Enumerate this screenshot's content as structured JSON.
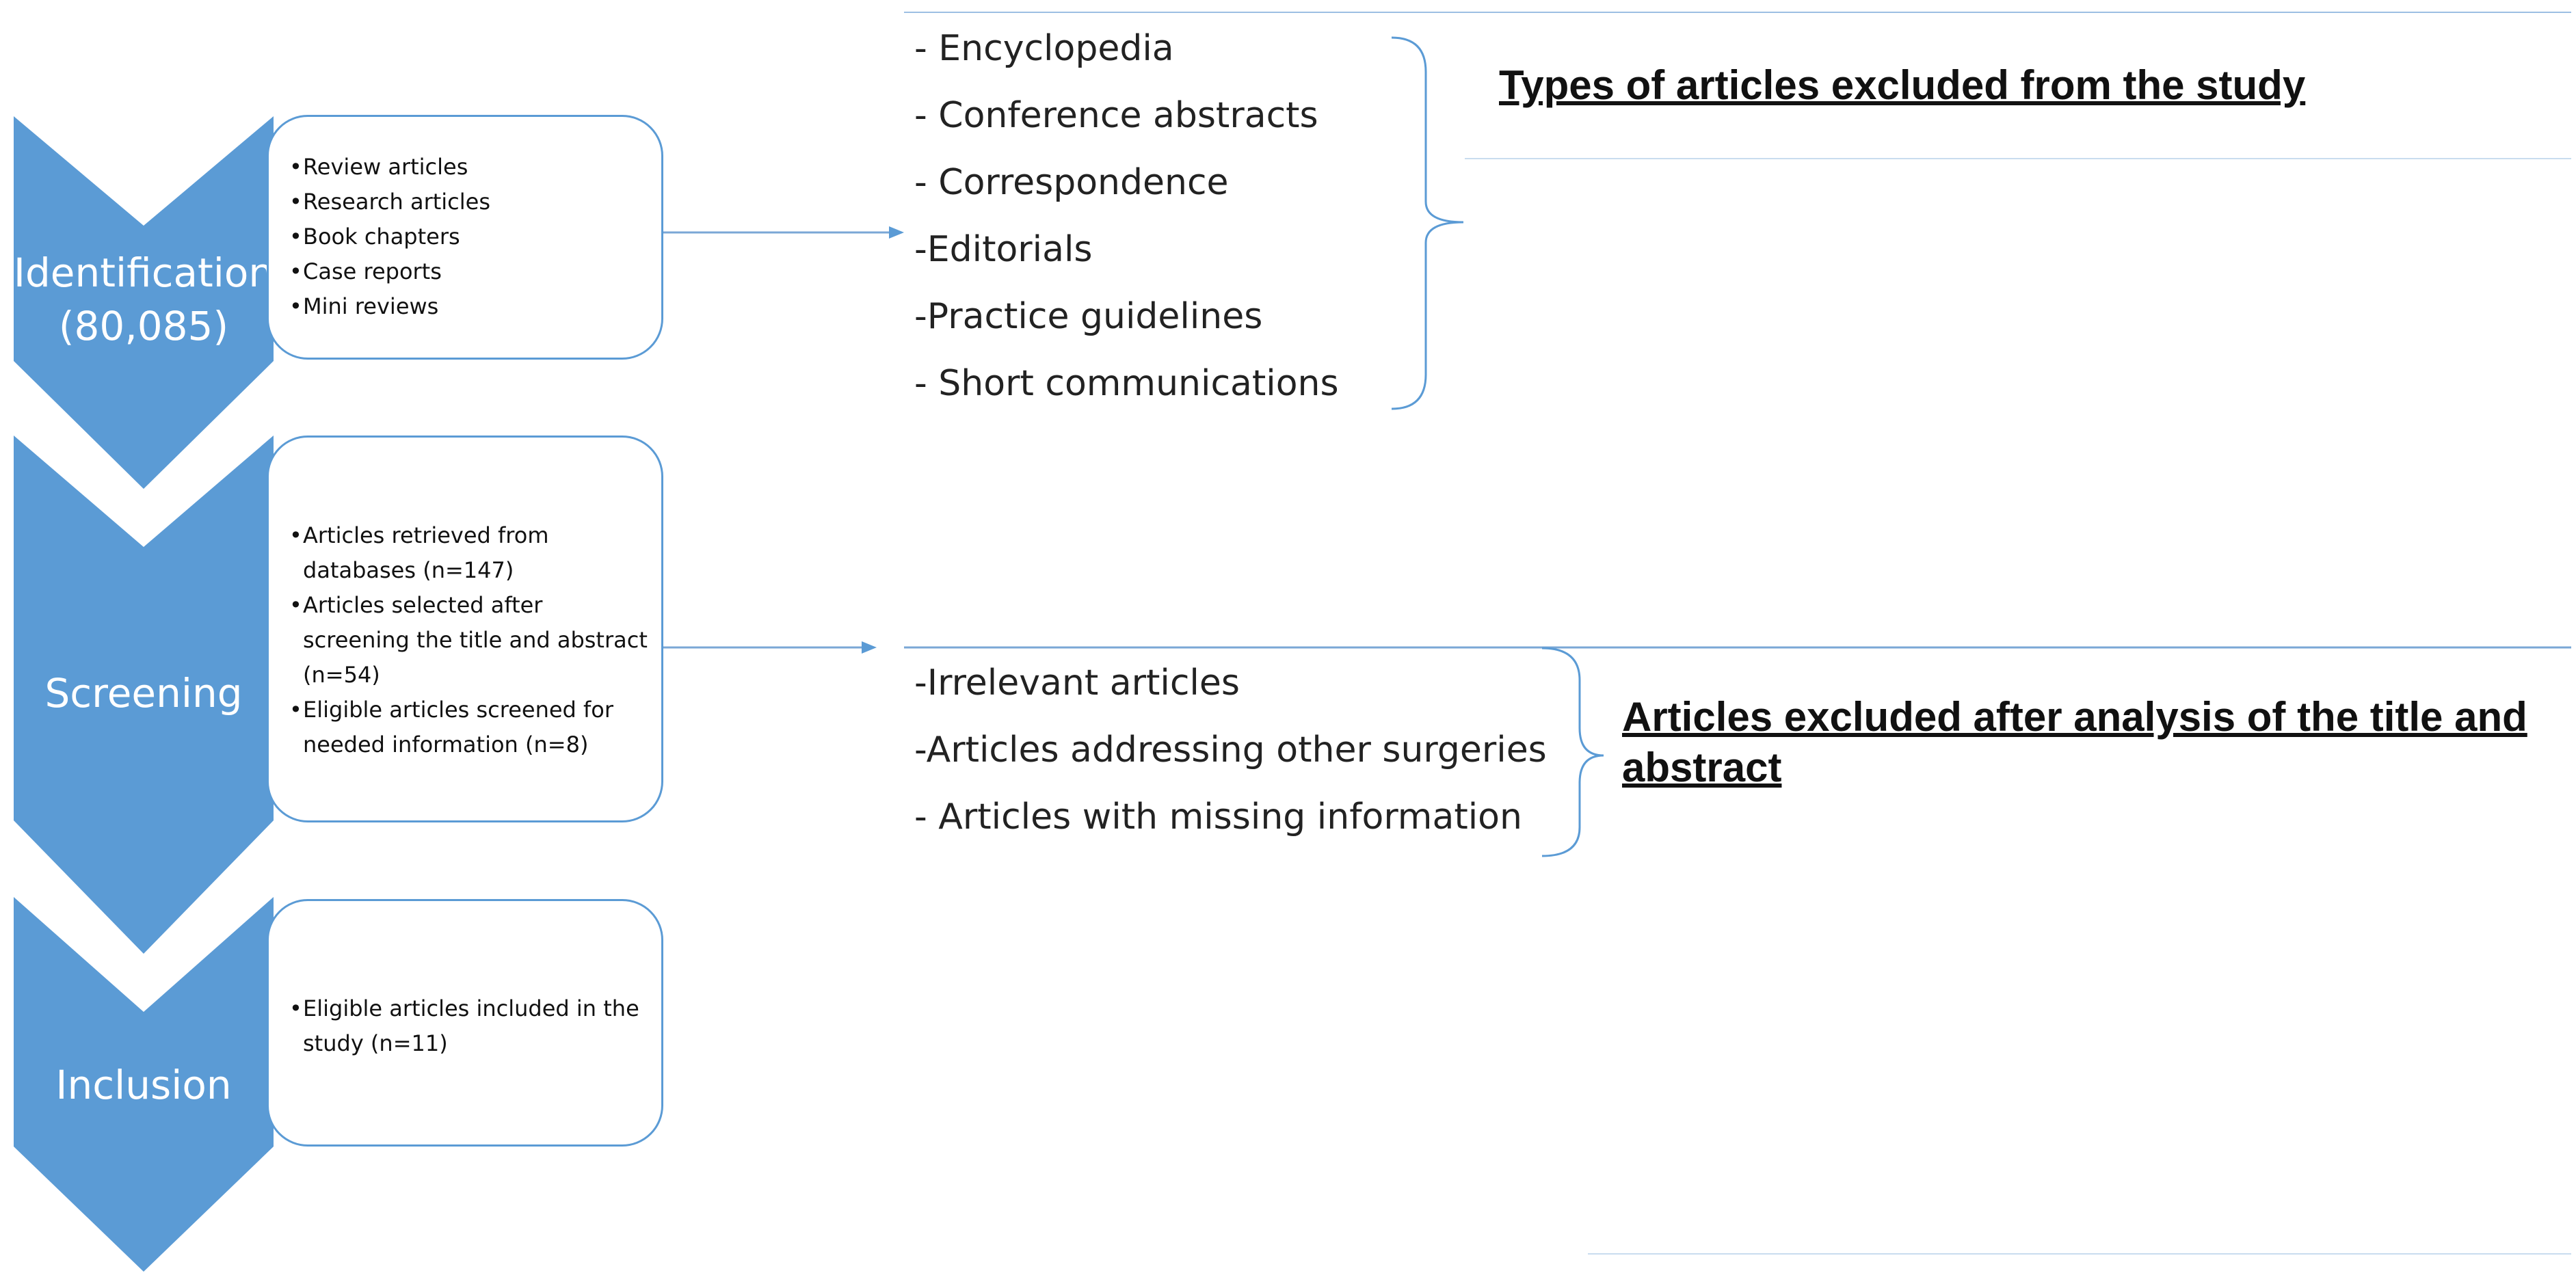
{
  "stages": [
    {
      "label": "Identification\n(80,085)",
      "items": [
        "Review articles",
        "Research articles",
        "Book chapters",
        "Case reports",
        "Mini reviews"
      ]
    },
    {
      "label": "Screening",
      "items": [
        "Articles retrieved from databases (n=147)",
        "Articles selected after screening the title and abstract (n=54)",
        "Eligible articles screened for needed  information (n=8)"
      ]
    },
    {
      "label": "Inclusion",
      "items": [
        "Eligible articles included in the study (n=11)"
      ]
    }
  ],
  "exclusion_groups": [
    {
      "title": "Types of articles excluded from the study",
      "items": [
        "- Encyclopedia",
        "- Conference  abstracts",
        "- Correspondence",
        "-Editorials",
        "-Practice guidelines",
        "- Short communications"
      ]
    },
    {
      "title": "Articles excluded after analysis of the title and abstract",
      "items": [
        "-Irrelevant  articles",
        "-Articles  addressing  other surgeries",
        "- Articles  with missing information"
      ]
    }
  ],
  "colors": {
    "chevron": "#5b9bd5",
    "box_border": "#5b9bd5",
    "line": "#7aa7d6"
  }
}
